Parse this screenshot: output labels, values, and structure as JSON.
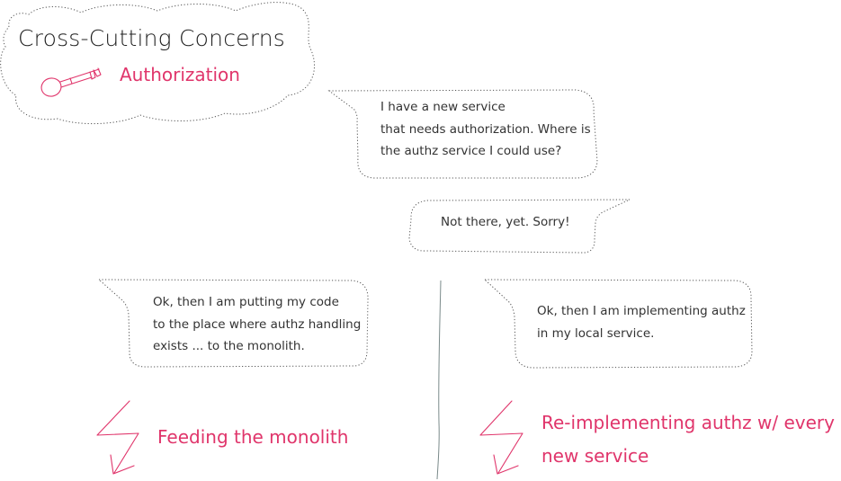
{
  "header": {
    "title": "Cross-Cutting Concerns",
    "subtitle": "Authorization"
  },
  "dialog": {
    "question": {
      "lines": [
        "I have a new service",
        "that needs authorization. Where is",
        "the authz service I could use?"
      ]
    },
    "answer": {
      "lines": [
        "Not there, yet. Sorry!"
      ]
    },
    "option_left": {
      "lines": [
        "Ok, then I am putting my code",
        "to the place where authz handling",
        "exists ... to the monolith."
      ]
    },
    "option_right": {
      "lines": [
        "Ok, then I am implementing authz",
        "in my local service."
      ]
    }
  },
  "consequences": {
    "left": {
      "lines": [
        "Feeding the monolith"
      ]
    },
    "right": {
      "lines": [
        "Re-implementing authz w/ every",
        "new service"
      ]
    }
  },
  "icons": {
    "key": "key-icon",
    "lightning": "lightning-arrow-icon"
  },
  "colors": {
    "accent": "#e0356b",
    "text": "#333333",
    "outline": "#555555",
    "divider": "#7a8a8a"
  }
}
